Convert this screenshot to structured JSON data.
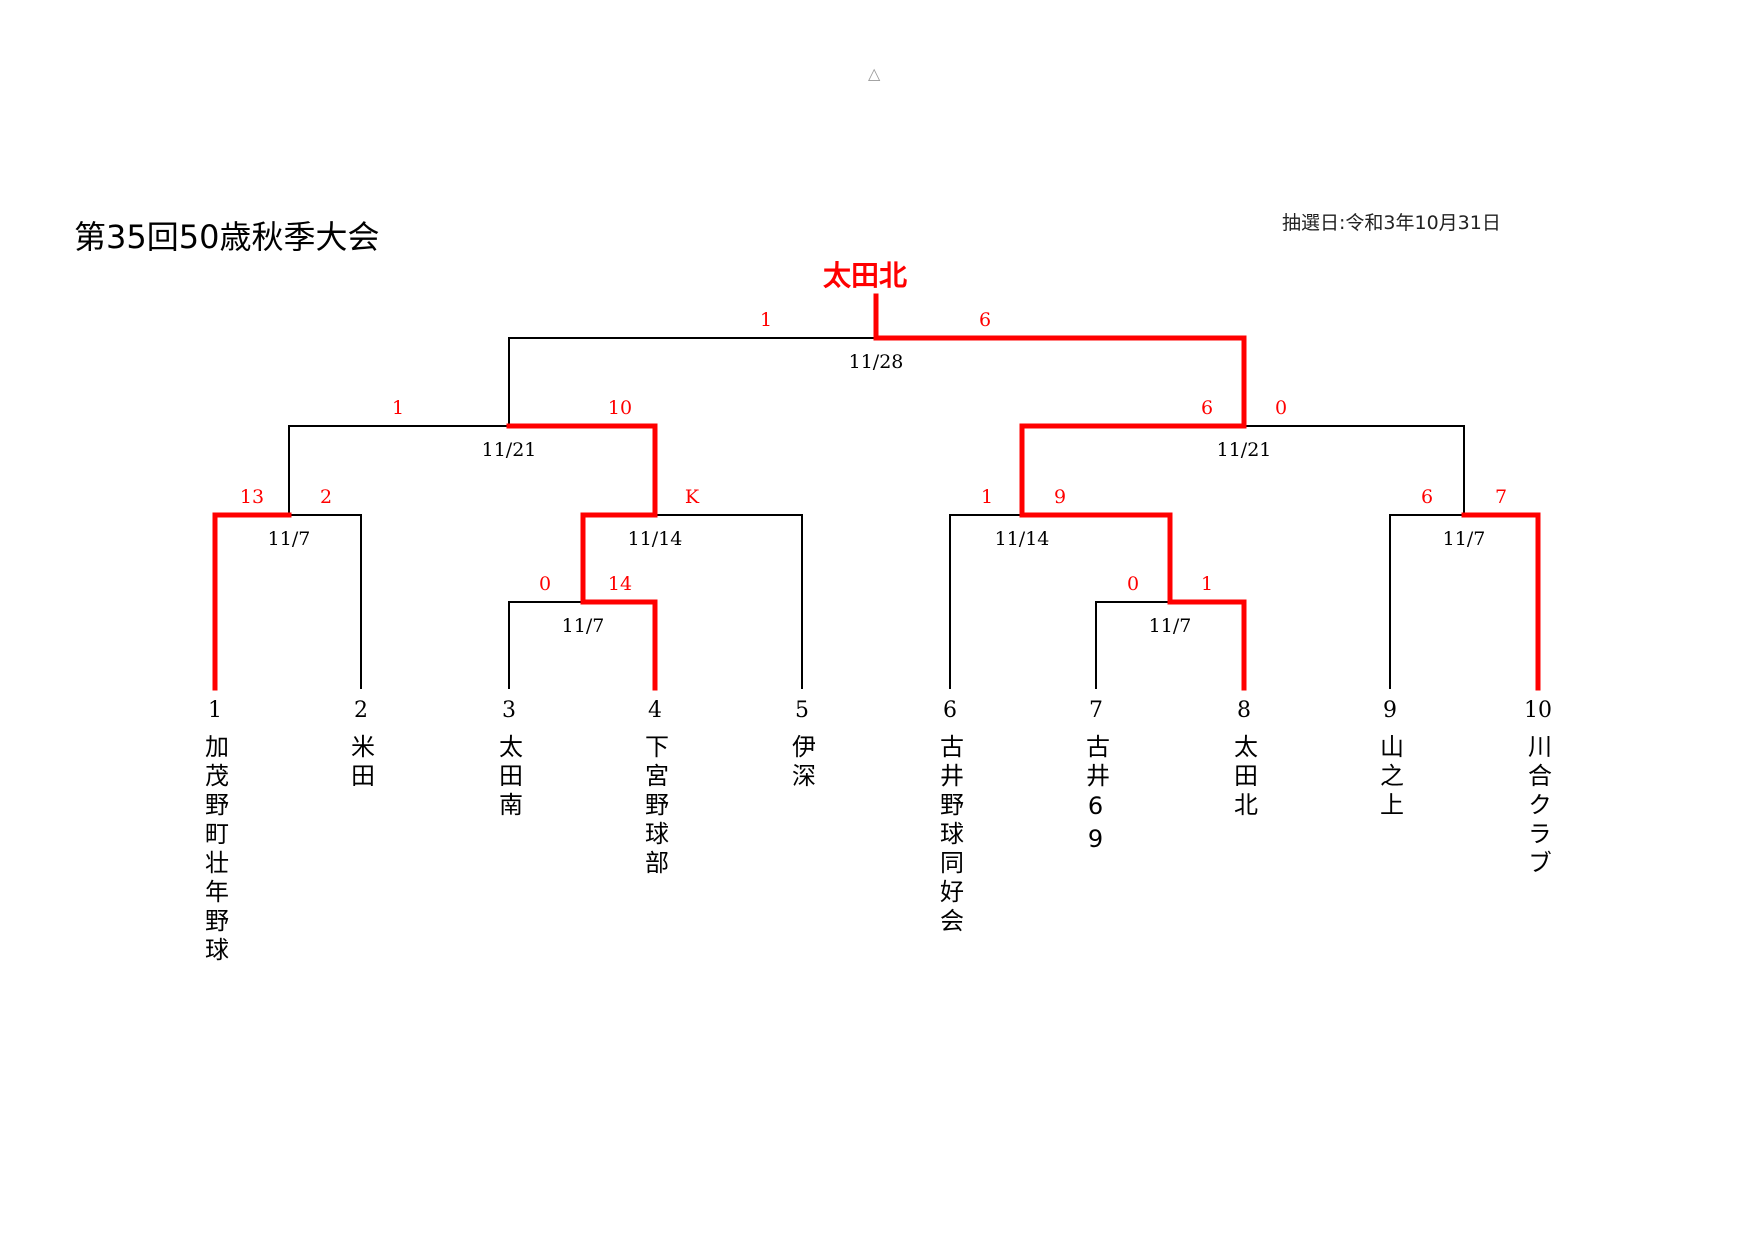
{
  "title": "第35回50歳秋季大会",
  "draw_date": "抽選日:令和3年10月31日",
  "marker": "△",
  "champion": "太田北",
  "colors": {
    "winner": "#ff0000",
    "line": "#000000",
    "score": "#ff0000"
  },
  "teams": [
    {
      "num": "1",
      "name": "加茂野町壮年野球"
    },
    {
      "num": "2",
      "name": "米田"
    },
    {
      "num": "3",
      "name": "太田南"
    },
    {
      "num": "4",
      "name": "下宮野球部"
    },
    {
      "num": "5",
      "name": "伊深"
    },
    {
      "num": "6",
      "name": "古井野球同好会"
    },
    {
      "num": "7",
      "name": "古井69"
    },
    {
      "num": "8",
      "name": "太田北"
    },
    {
      "num": "9",
      "name": "山之上"
    },
    {
      "num": "10",
      "name": "川合クラブ"
    }
  ],
  "matches": [
    {
      "id": "m1",
      "date": "11/7",
      "left_score": "13",
      "right_score": "2",
      "winner": "left"
    },
    {
      "id": "m2",
      "date": "11/7",
      "left_score": "0",
      "right_score": "14",
      "winner": "right"
    },
    {
      "id": "m3",
      "date": "11/14",
      "left_score": "",
      "right_score": "K",
      "winner": "left"
    },
    {
      "id": "m4",
      "date": "11/21",
      "left_score": "1",
      "right_score": "10",
      "winner": "right"
    },
    {
      "id": "m5",
      "date": "11/7",
      "left_score": "0",
      "right_score": "1",
      "winner": "right"
    },
    {
      "id": "m6",
      "date": "11/14",
      "left_score": "1",
      "right_score": "9",
      "winner": "right"
    },
    {
      "id": "m7",
      "date": "11/7",
      "left_score": "6",
      "right_score": "7",
      "winner": "right"
    },
    {
      "id": "m8",
      "date": "11/21",
      "left_score": "6",
      "right_score": "0",
      "winner": "left"
    },
    {
      "id": "final",
      "date": "11/28",
      "left_score": "1",
      "right_score": "6",
      "winner": "right"
    }
  ]
}
